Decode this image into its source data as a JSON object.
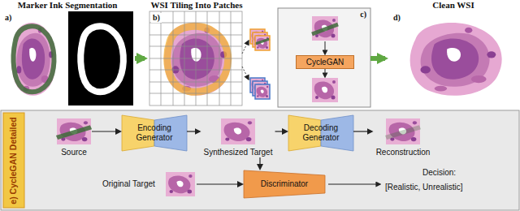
{
  "diagram": {
    "nodes": [
      {
        "text": [
          "Marker Ink Segmentation",
          "a)"
        ]
      },
      {
        "text": [
          "WSI Tiling Into Patches",
          "b)"
        ]
      },
      {
        "text": [
          "c)"
        ]
      },
      {
        "text": [
          "CycleGAN"
        ],
        "in": 2
      },
      {
        "text": [
          "Clean WSI",
          "d)"
        ]
      },
      {
        "text": [
          "e) CycleGAN Detailed"
        ]
      },
      {
        "text": [
          "Source"
        ],
        "in": 5
      },
      {
        "text": [
          "Encoding Generator"
        ],
        "in": 5
      },
      {
        "text": [
          "Synthesized Target"
        ],
        "in": 5
      },
      {
        "text": [
          "Decoding Generator"
        ],
        "in": 5
      },
      {
        "text": [
          "Reconstruction"
        ],
        "in": 5
      },
      {
        "text": [
          "Original Target"
        ],
        "in": 5
      },
      {
        "text": [
          "Discriminator"
        ],
        "in": 5
      }
    ],
    "edges": [
      {
        "from": 0,
        "to": 1,
        "arrow": "to"
      },
      {
        "from": 2,
        "to": 4,
        "arrow": "to"
      },
      {
        "from": 6,
        "to": 7,
        "arrow": "to"
      },
      {
        "from": 7,
        "to": 8,
        "arrow": "to"
      },
      {
        "from": 8,
        "to": 9,
        "arrow": "to"
      },
      {
        "from": 9,
        "to": 10,
        "arrow": "to"
      },
      {
        "from": 11,
        "to": 12,
        "arrow": "to"
      },
      {
        "from": 8,
        "to": 12,
        "arrow": "to"
      }
    ],
    "labels": [
      "Decision:",
      "[Realistic, Unrealistic]"
    ]
  }
}
